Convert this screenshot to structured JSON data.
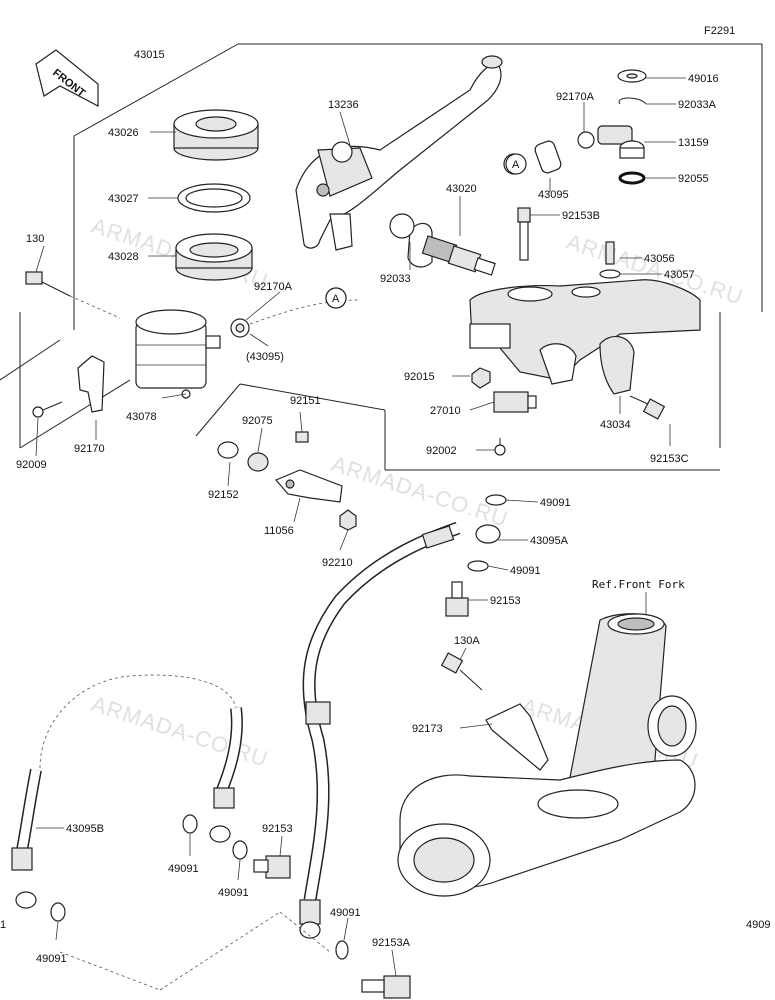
{
  "figure_code": "F2291",
  "front_label": "FRONT",
  "ref_label": "Ref.Front Fork",
  "watermark": "ARMADA-CO.RU",
  "callout": "A",
  "parts": {
    "p43015": "43015",
    "p43026": "43026",
    "p43027": "43027",
    "p43028": "43028",
    "p130": "130",
    "p92170A": "92170A",
    "p43095p": "(43095)",
    "p43078": "43078",
    "p92170": "92170",
    "p92009": "92009",
    "p13236": "13236",
    "p43020": "43020",
    "p92033": "92033",
    "p92170A_b": "92170A",
    "p43095": "43095",
    "p49016": "49016",
    "p92033A": "92033A",
    "p13159": "13159",
    "p92055": "92055",
    "p92153B": "92153B",
    "p43056": "43056",
    "p43057": "43057",
    "p92015": "92015",
    "p27010": "27010",
    "p92002": "92002",
    "p43034": "43034",
    "p92153C": "92153C",
    "p92075": "92075",
    "p92151": "92151",
    "p92152": "92152",
    "p11056": "11056",
    "p92210": "92210",
    "p49091_a": "49091",
    "p43095A": "43095A",
    "p49091_b": "49091",
    "p92153": "92153",
    "p130A": "130A",
    "p92173": "92173",
    "p43095B": "43095B",
    "p49091_c": "49091",
    "p92153_b": "92153",
    "p49091_d": "49091",
    "p49091_e": "49091",
    "p92153A": "92153A",
    "p49091_f": "49091",
    "p1_edge": "1",
    "p4909_edge": "4909"
  }
}
